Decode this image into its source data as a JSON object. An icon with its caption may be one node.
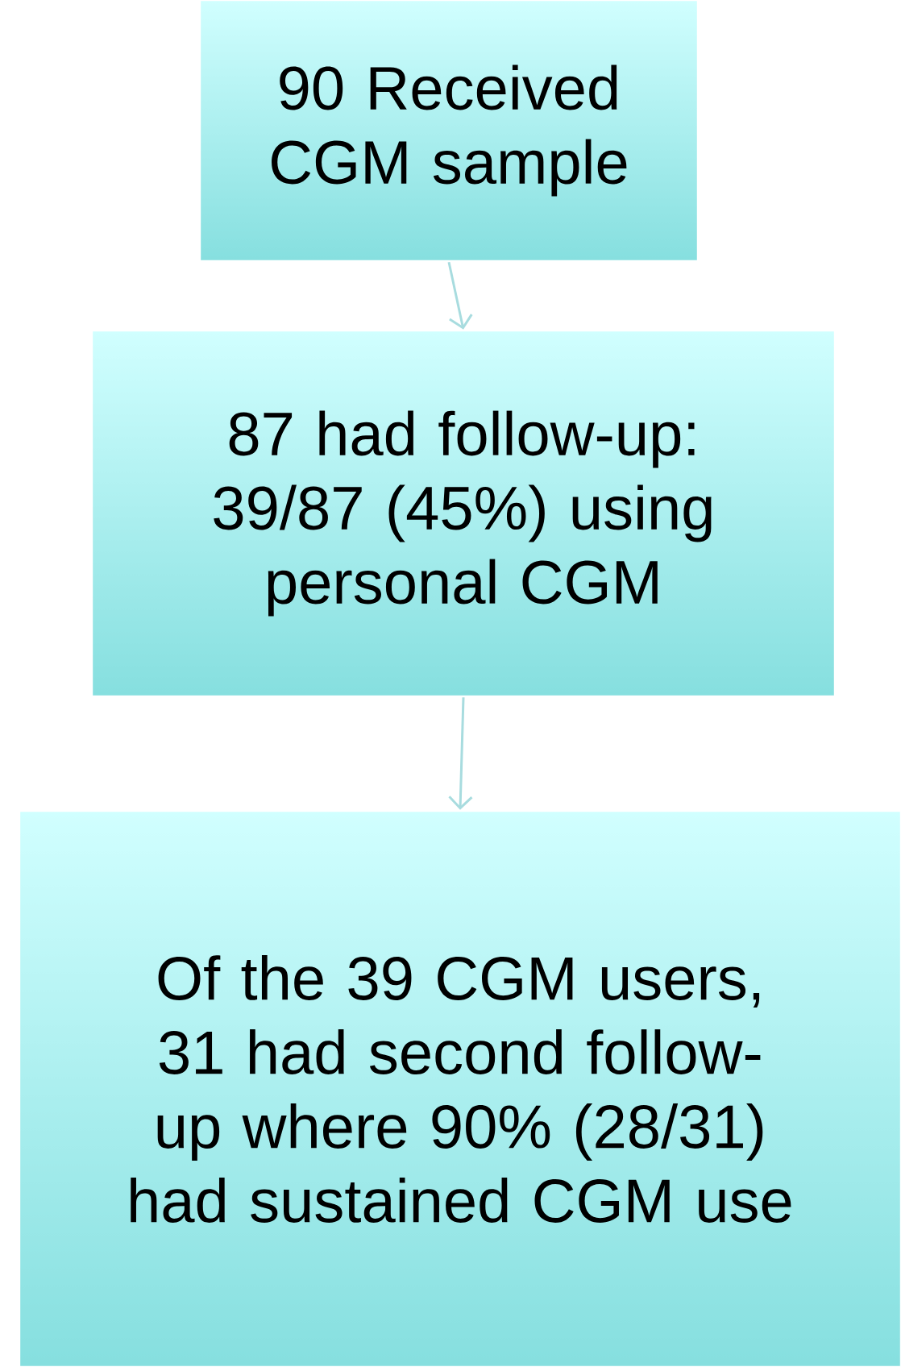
{
  "diagram": {
    "nodes": [
      {
        "text": [
          "90 Received CGM sample"
        ]
      },
      {
        "text": [
          "87 had follow-up: 39/87 (45%) using personal CGM"
        ]
      },
      {
        "text": [
          "Of the 39 CGM users, 31 had second follow-up where 90% (28/31) had sustained CGM use"
        ]
      }
    ],
    "edges": [
      {
        "from": 0,
        "to": 1,
        "arrow": "to"
      },
      {
        "from": 1,
        "to": 2,
        "arrow": "to"
      }
    ]
  }
}
